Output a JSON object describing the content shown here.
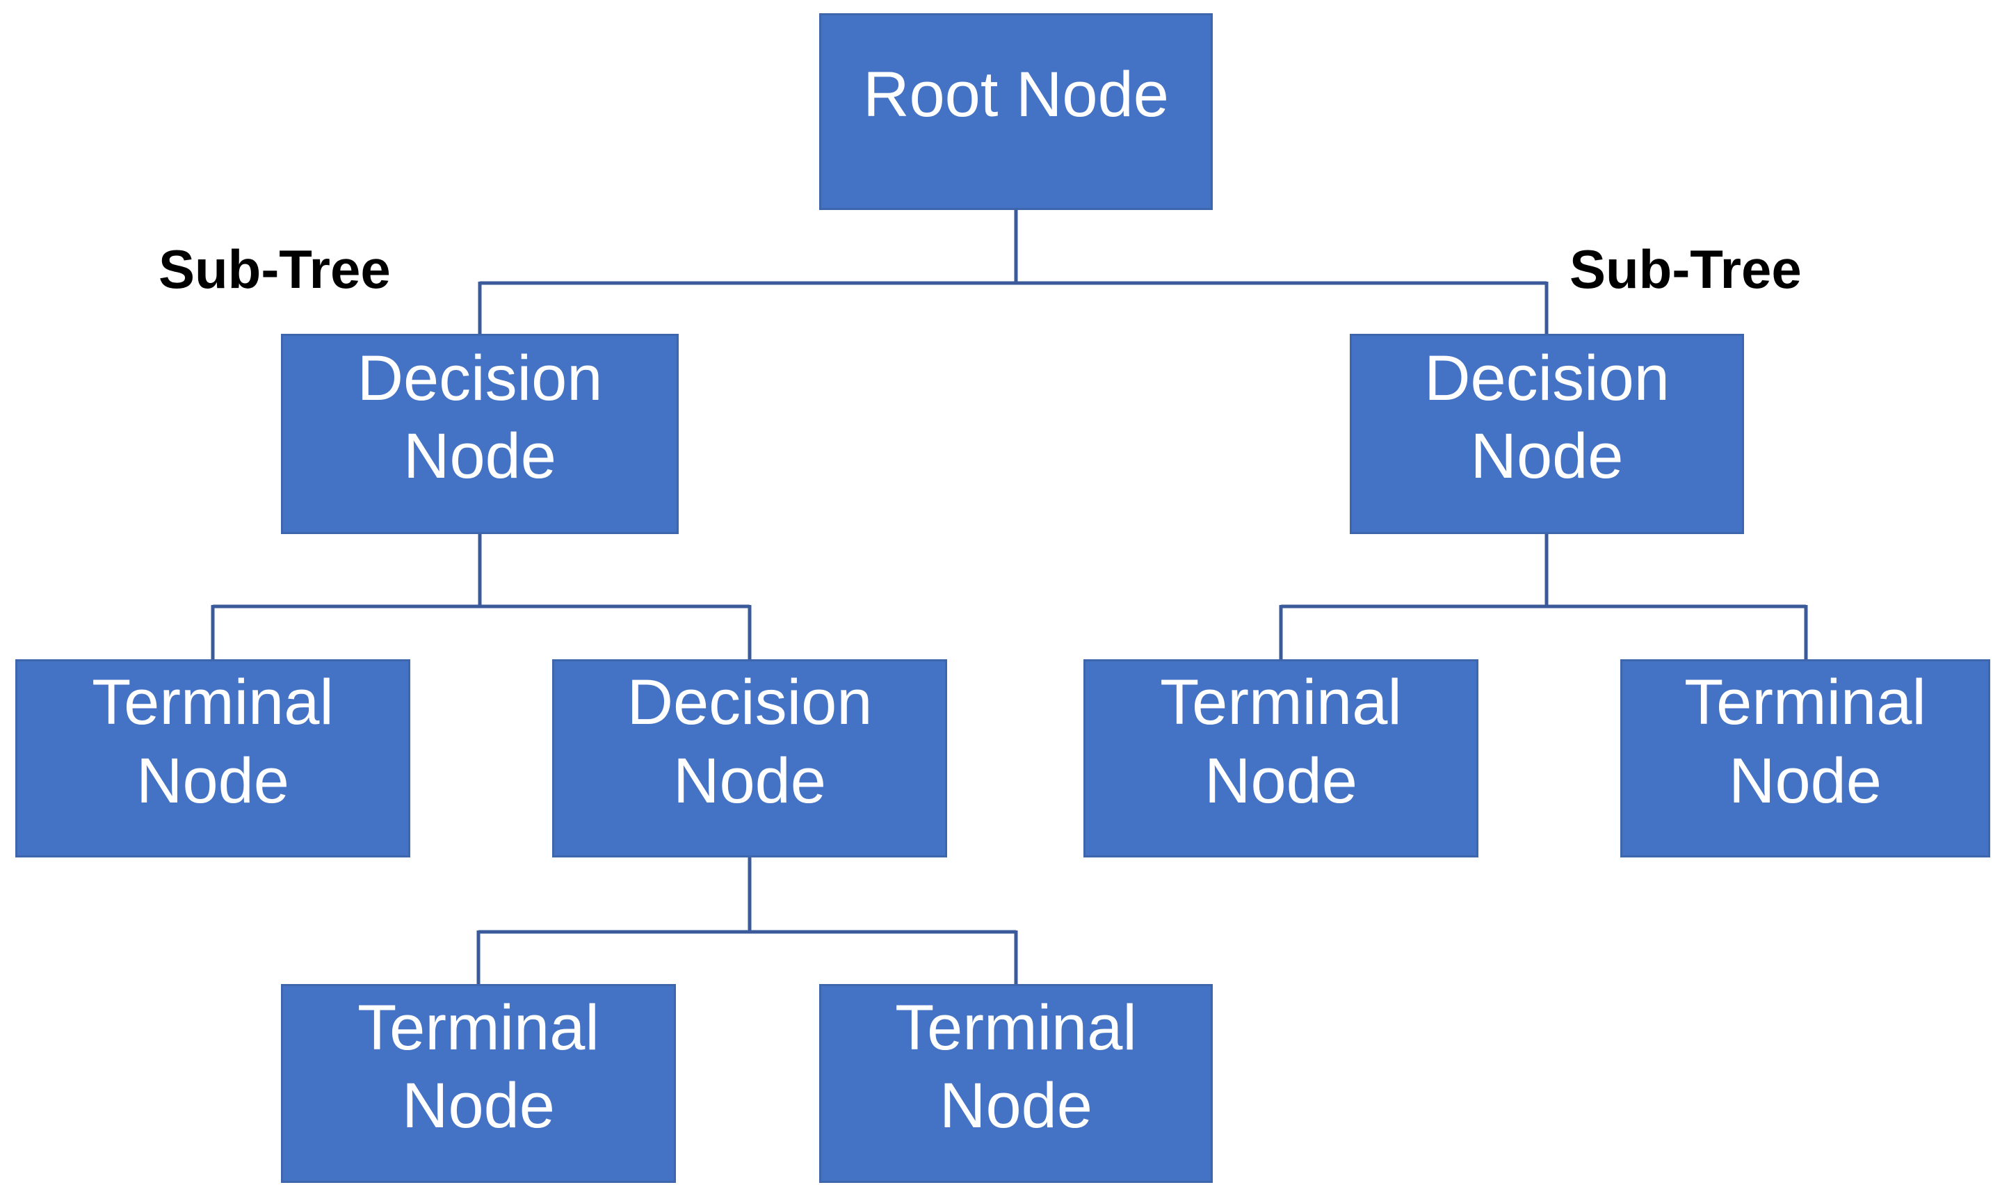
{
  "diagram": {
    "type": "decision-tree",
    "background_color": "#ffffff",
    "colors": {
      "node_fill": "#4472C4",
      "node_border": "#3E66AC",
      "node_text": "#FFFFFF",
      "connector": "#3A5A99",
      "annotation_text": "#000000"
    },
    "annotations": {
      "left": {
        "text": "Sub-Tree"
      },
      "right": {
        "text": "Sub-Tree"
      }
    },
    "nodes": {
      "root": {
        "label": "Root Node",
        "type": "root"
      },
      "decision_left": {
        "label": "Decision Node",
        "type": "decision"
      },
      "decision_right": {
        "label": "Decision Node",
        "type": "decision"
      },
      "terminal_far_left": {
        "label": "Terminal Node",
        "type": "terminal"
      },
      "decision_mid": {
        "label": "Decision Node",
        "type": "decision"
      },
      "terminal_right_1": {
        "label": "Terminal Node",
        "type": "terminal"
      },
      "terminal_right_2": {
        "label": "Terminal Node",
        "type": "terminal"
      },
      "terminal_bottom_1": {
        "label": "Terminal Node",
        "type": "terminal"
      },
      "terminal_bottom_2": {
        "label": "Terminal Node",
        "type": "terminal"
      }
    },
    "edges": [
      {
        "from": "root",
        "to": "decision_left"
      },
      {
        "from": "root",
        "to": "decision_right"
      },
      {
        "from": "decision_left",
        "to": "terminal_far_left"
      },
      {
        "from": "decision_left",
        "to": "decision_mid"
      },
      {
        "from": "decision_right",
        "to": "terminal_right_1"
      },
      {
        "from": "decision_right",
        "to": "terminal_right_2"
      },
      {
        "from": "decision_mid",
        "to": "terminal_bottom_1"
      },
      {
        "from": "decision_mid",
        "to": "terminal_bottom_2"
      }
    ]
  }
}
